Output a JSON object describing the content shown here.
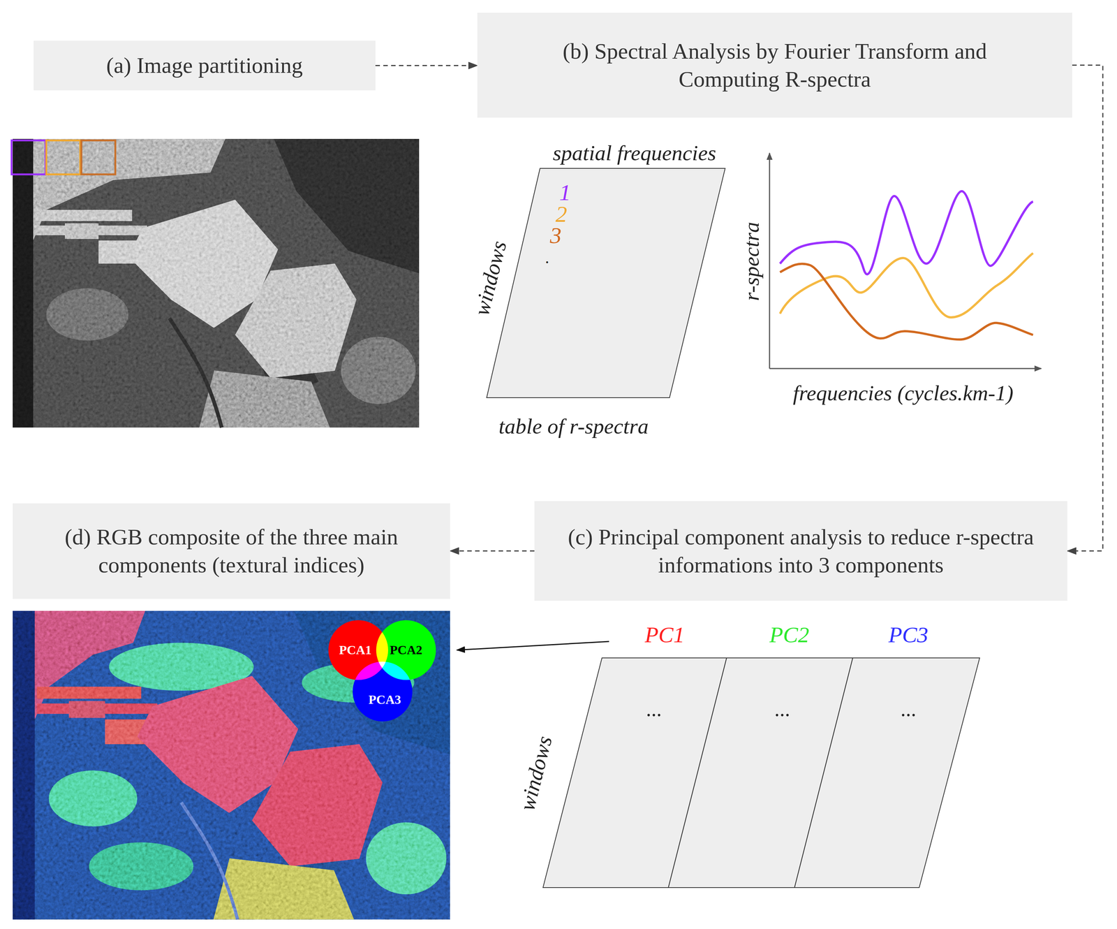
{
  "diagram": {
    "nodes": [
      {
        "text": [
          "(a) Image partitioning"
        ]
      },
      {
        "text": [
          "(b) Spectral Analysis by Fourier Transform and Computing R-spectra"
        ]
      },
      {
        "text": [
          "spatial frequencies",
          "1",
          "2",
          "3",
          ".",
          "windows",
          "table of r-spectra"
        ]
      },
      {
        "text": [
          "(c) Principal component analysis to reduce r-spectra informations into 3 components"
        ]
      },
      {
        "text": [
          "(d) RGB composite of the three main components (textural indices)"
        ]
      },
      {
        "text": [
          "PC1",
          "..."
        ]
      },
      {
        "text": [
          "PC2",
          "..."
        ]
      },
      {
        "text": [
          "PC3",
          "..."
        ]
      }
    ],
    "edges": [
      {
        "from": 0,
        "to": 1,
        "arrow": "to"
      },
      {
        "from": 1,
        "to": 3,
        "arrow": "to"
      },
      {
        "from": 3,
        "to": 4,
        "arrow": "to"
      }
    ],
    "labels": [
      "r-spectra",
      "frequencies (cycles.km-1)",
      "windows",
      "PCA1",
      "PCA2",
      "PCA3"
    ]
  }
}
